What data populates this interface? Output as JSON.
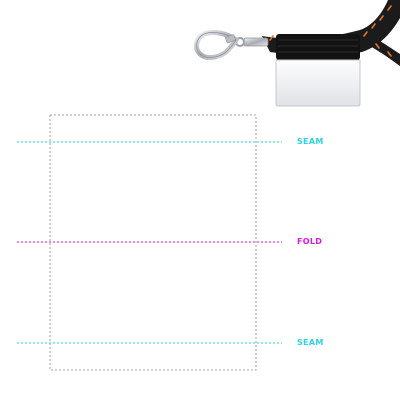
{
  "guides": [
    {
      "id": "seam-top",
      "label": "SEAM",
      "color": "#2ad3e6"
    },
    {
      "id": "fold",
      "label": "FOLD",
      "color": "#d21be0"
    },
    {
      "id": "seam-bottom",
      "label": "SEAM",
      "color": "#2ad3e6"
    }
  ],
  "template": {
    "outline_color": "#8a8a8a"
  },
  "product": {
    "strap_color": "#1a1a1a",
    "stitch_color": "#e8742a",
    "clip_color": "#c9ccd1",
    "tag_color": "#eef0f2"
  }
}
